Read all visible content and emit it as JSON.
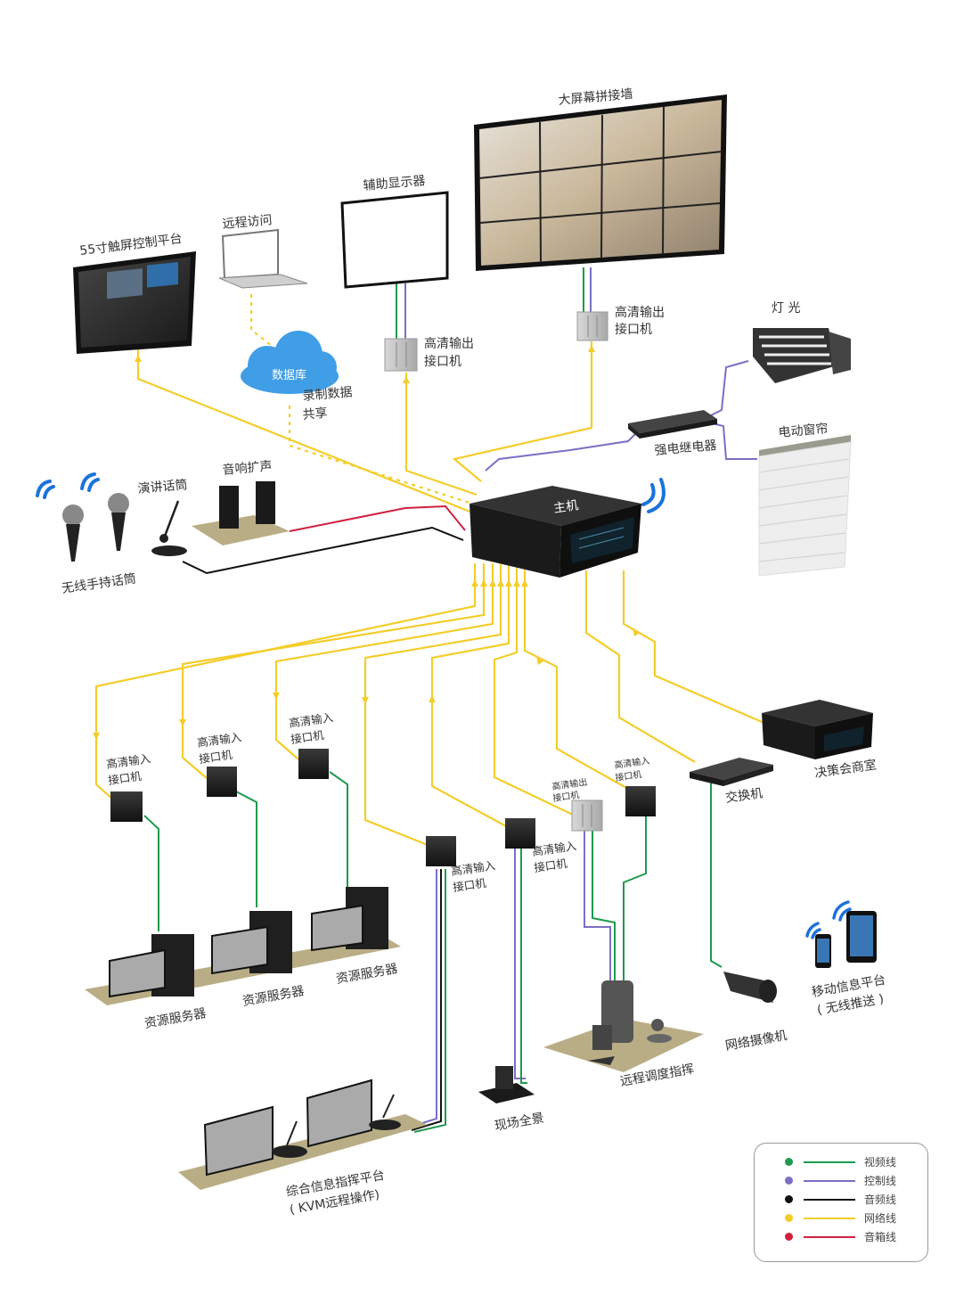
{
  "colors": {
    "video": "#1e9a4e",
    "control": "#7b6fc4",
    "audio": "#111111",
    "network": "#f3cd2a",
    "speaker": "#d0213f",
    "wifi": "#1a73d9",
    "cloud": "#3f9ee6",
    "floor": "#b9ad85"
  },
  "nodes": {
    "touch_panel": "55寸触屏控制平台",
    "remote_access": "远程访问",
    "database": "数据库",
    "record_share_line1": "录制数据",
    "record_share_line2": "共享",
    "aux_display": "辅助显示器",
    "video_wall": "大屏幕拼接墙",
    "hd_out_1_line1": "高清输出",
    "hd_out_1_line2": "接口机",
    "hd_out_2_line1": "高清输出",
    "hd_out_2_line2": "接口机",
    "lighting": "灯 光",
    "relay": "强电继电器",
    "curtain": "电动窗帘",
    "host": "主机",
    "wireless_mic": "无线手持话筒",
    "speech_mic": "演讲话筒",
    "speakers": "音响扩声",
    "hd_in_1_line1": "高清输入",
    "hd_in_1_line2": "接口机",
    "hd_in_2_line1": "高清输入",
    "hd_in_2_line2": "接口机",
    "hd_in_3_line1": "高清输入",
    "hd_in_3_line2": "接口机",
    "hd_in_4_line1": "高清输入",
    "hd_in_4_line2": "接口机",
    "hd_in_5_line1": "高清输入",
    "hd_in_5_line2": "接口机",
    "hd_out_3_line1": "高清输出",
    "hd_out_3_line2": "接口机",
    "hd_in_6_line1": "高清输入",
    "hd_in_6_line2": "接口机",
    "switch": "交换机",
    "decision_room": "决策会商室",
    "resource_server_1": "资源服务器",
    "resource_server_2": "资源服务器",
    "resource_server_3": "资源服务器",
    "network_camera": "网络摄像机",
    "mobile_platform_line1": "移动信息平台",
    "mobile_platform_line2": "( 无线推送 )",
    "remote_dispatch": "远程调度指挥",
    "panorama": "现场全景",
    "kvm_platform_line1": "综合信息指挥平台",
    "kvm_platform_line2": "( KVM远程操作)"
  },
  "legend": [
    {
      "label": "视频线",
      "color": "#1e9a4e"
    },
    {
      "label": "控制线",
      "color": "#7b6fc4"
    },
    {
      "label": "音频线",
      "color": "#111111"
    },
    {
      "label": "网络线",
      "color": "#f3cd2a"
    },
    {
      "label": "音箱线",
      "color": "#d0213f"
    }
  ]
}
